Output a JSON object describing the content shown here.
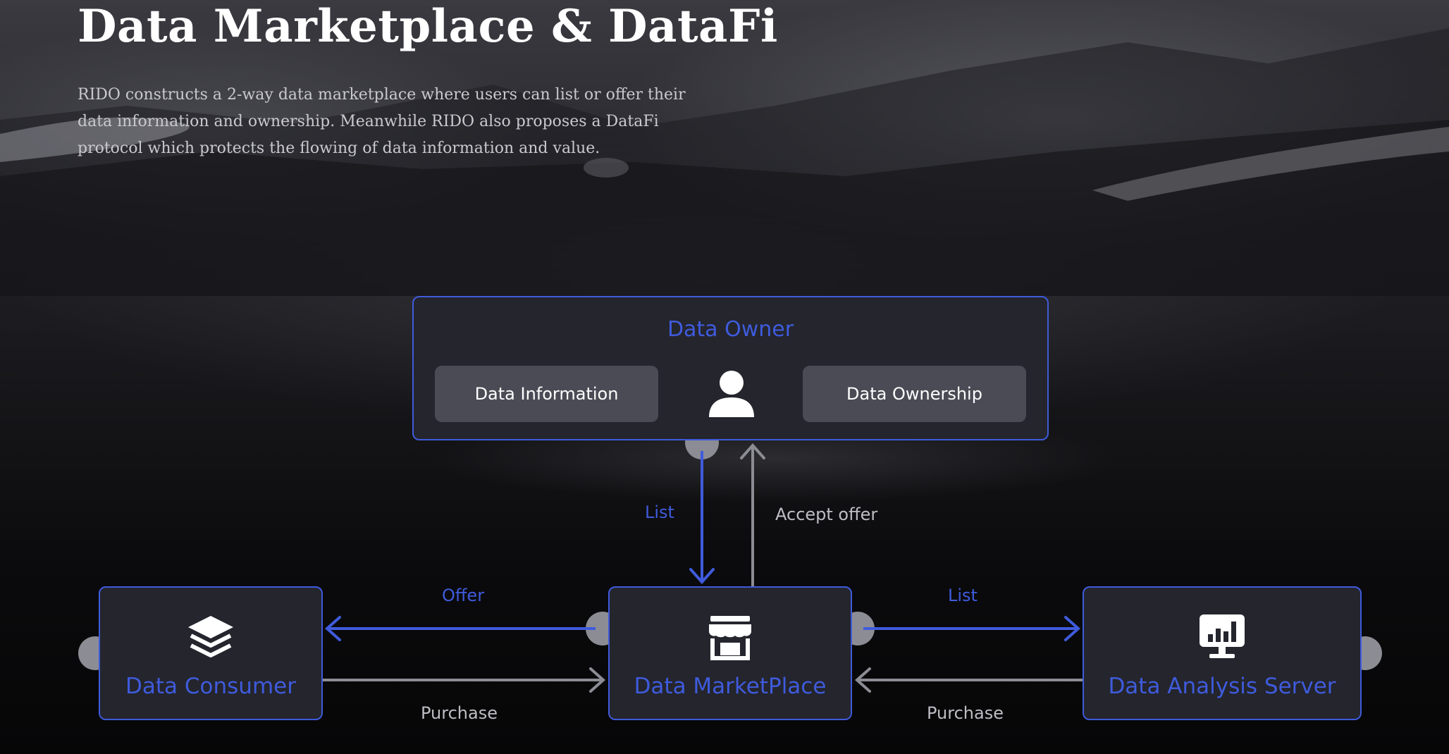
{
  "hero": {
    "title": "Data Marketplace & DataFi",
    "description": "RIDO constructs a 2-way data marketplace where users can list or offer their data information and ownership. Meanwhile RIDO also proposes a DataFi protocol which protects the flowing of data information and value."
  },
  "diagram": {
    "owner": {
      "title": "Data Owner",
      "left_item": "Data Information",
      "right_item": "Data Ownership",
      "icon": "person-icon"
    },
    "nodes": {
      "consumer": {
        "label": "Data Consumer",
        "icon": "layers-icon"
      },
      "marketplace": {
        "label": "Data MarketPlace",
        "icon": "storefront-icon"
      },
      "server": {
        "label": "Data Analysis Server",
        "icon": "monitor-chart-icon"
      }
    },
    "edges": {
      "owner_to_market": "List",
      "market_to_owner": "Accept offer",
      "market_to_consumer": "Offer",
      "consumer_to_market": "Purchase",
      "market_to_server": "List",
      "server_to_market": "Purchase"
    }
  },
  "colors": {
    "accent_blue": "#3f5bdc",
    "box_bg": "#24252d",
    "pill_bg": "#4a4b55",
    "connector_gray": "#8c8c94"
  }
}
